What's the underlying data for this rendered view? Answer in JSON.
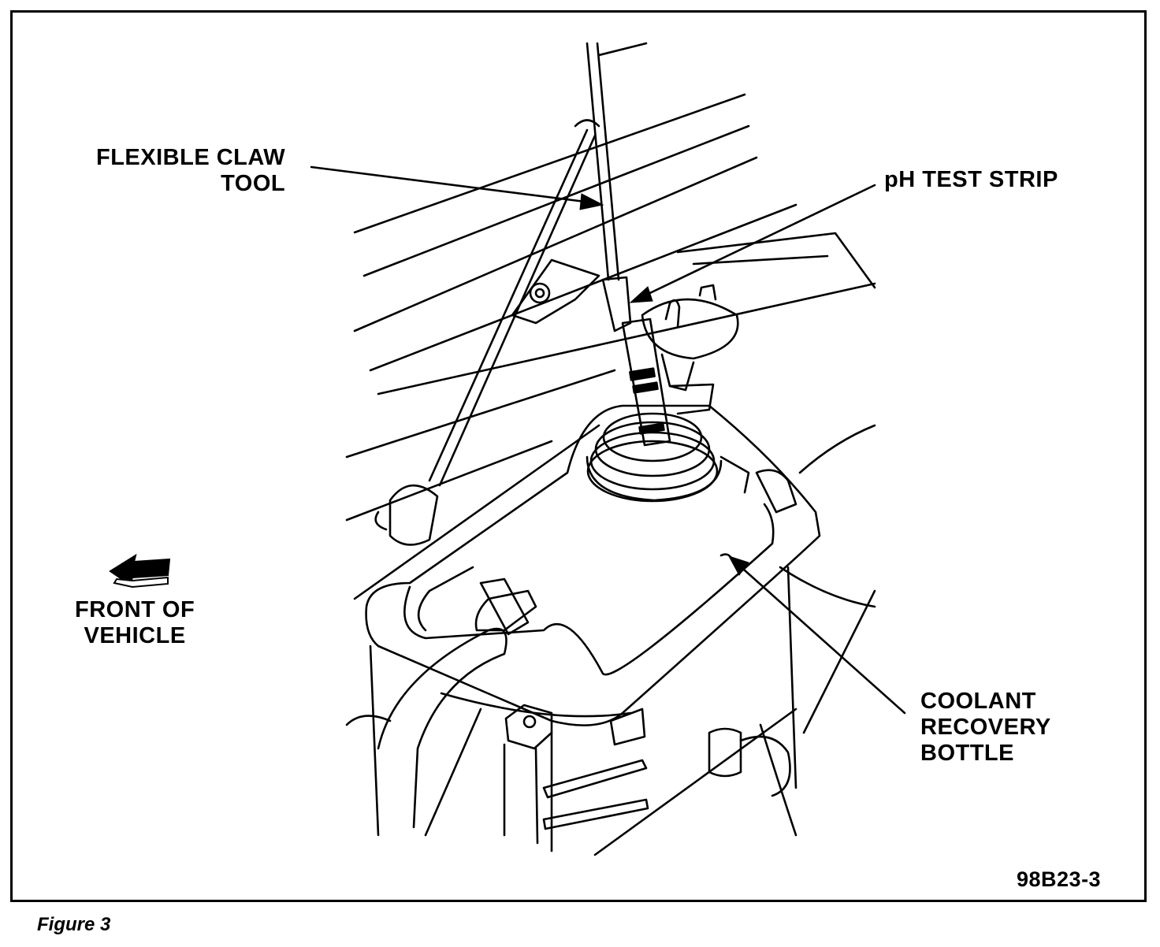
{
  "labels": {
    "claw_line1": "FLEXIBLE CLAW",
    "claw_line2": "TOOL",
    "ph_strip": "pH TEST STRIP",
    "front_line1": "FRONT OF",
    "front_line2": "VEHICLE",
    "coolant_line1": "COOLANT",
    "coolant_line2": "RECOVERY",
    "coolant_line3": "BOTTLE",
    "figure_code": "98B23-3"
  },
  "caption": "Figure 3",
  "colors": {
    "ink": "#000000",
    "paper": "#ffffff"
  },
  "icons": [
    "front-arrow-icon"
  ]
}
